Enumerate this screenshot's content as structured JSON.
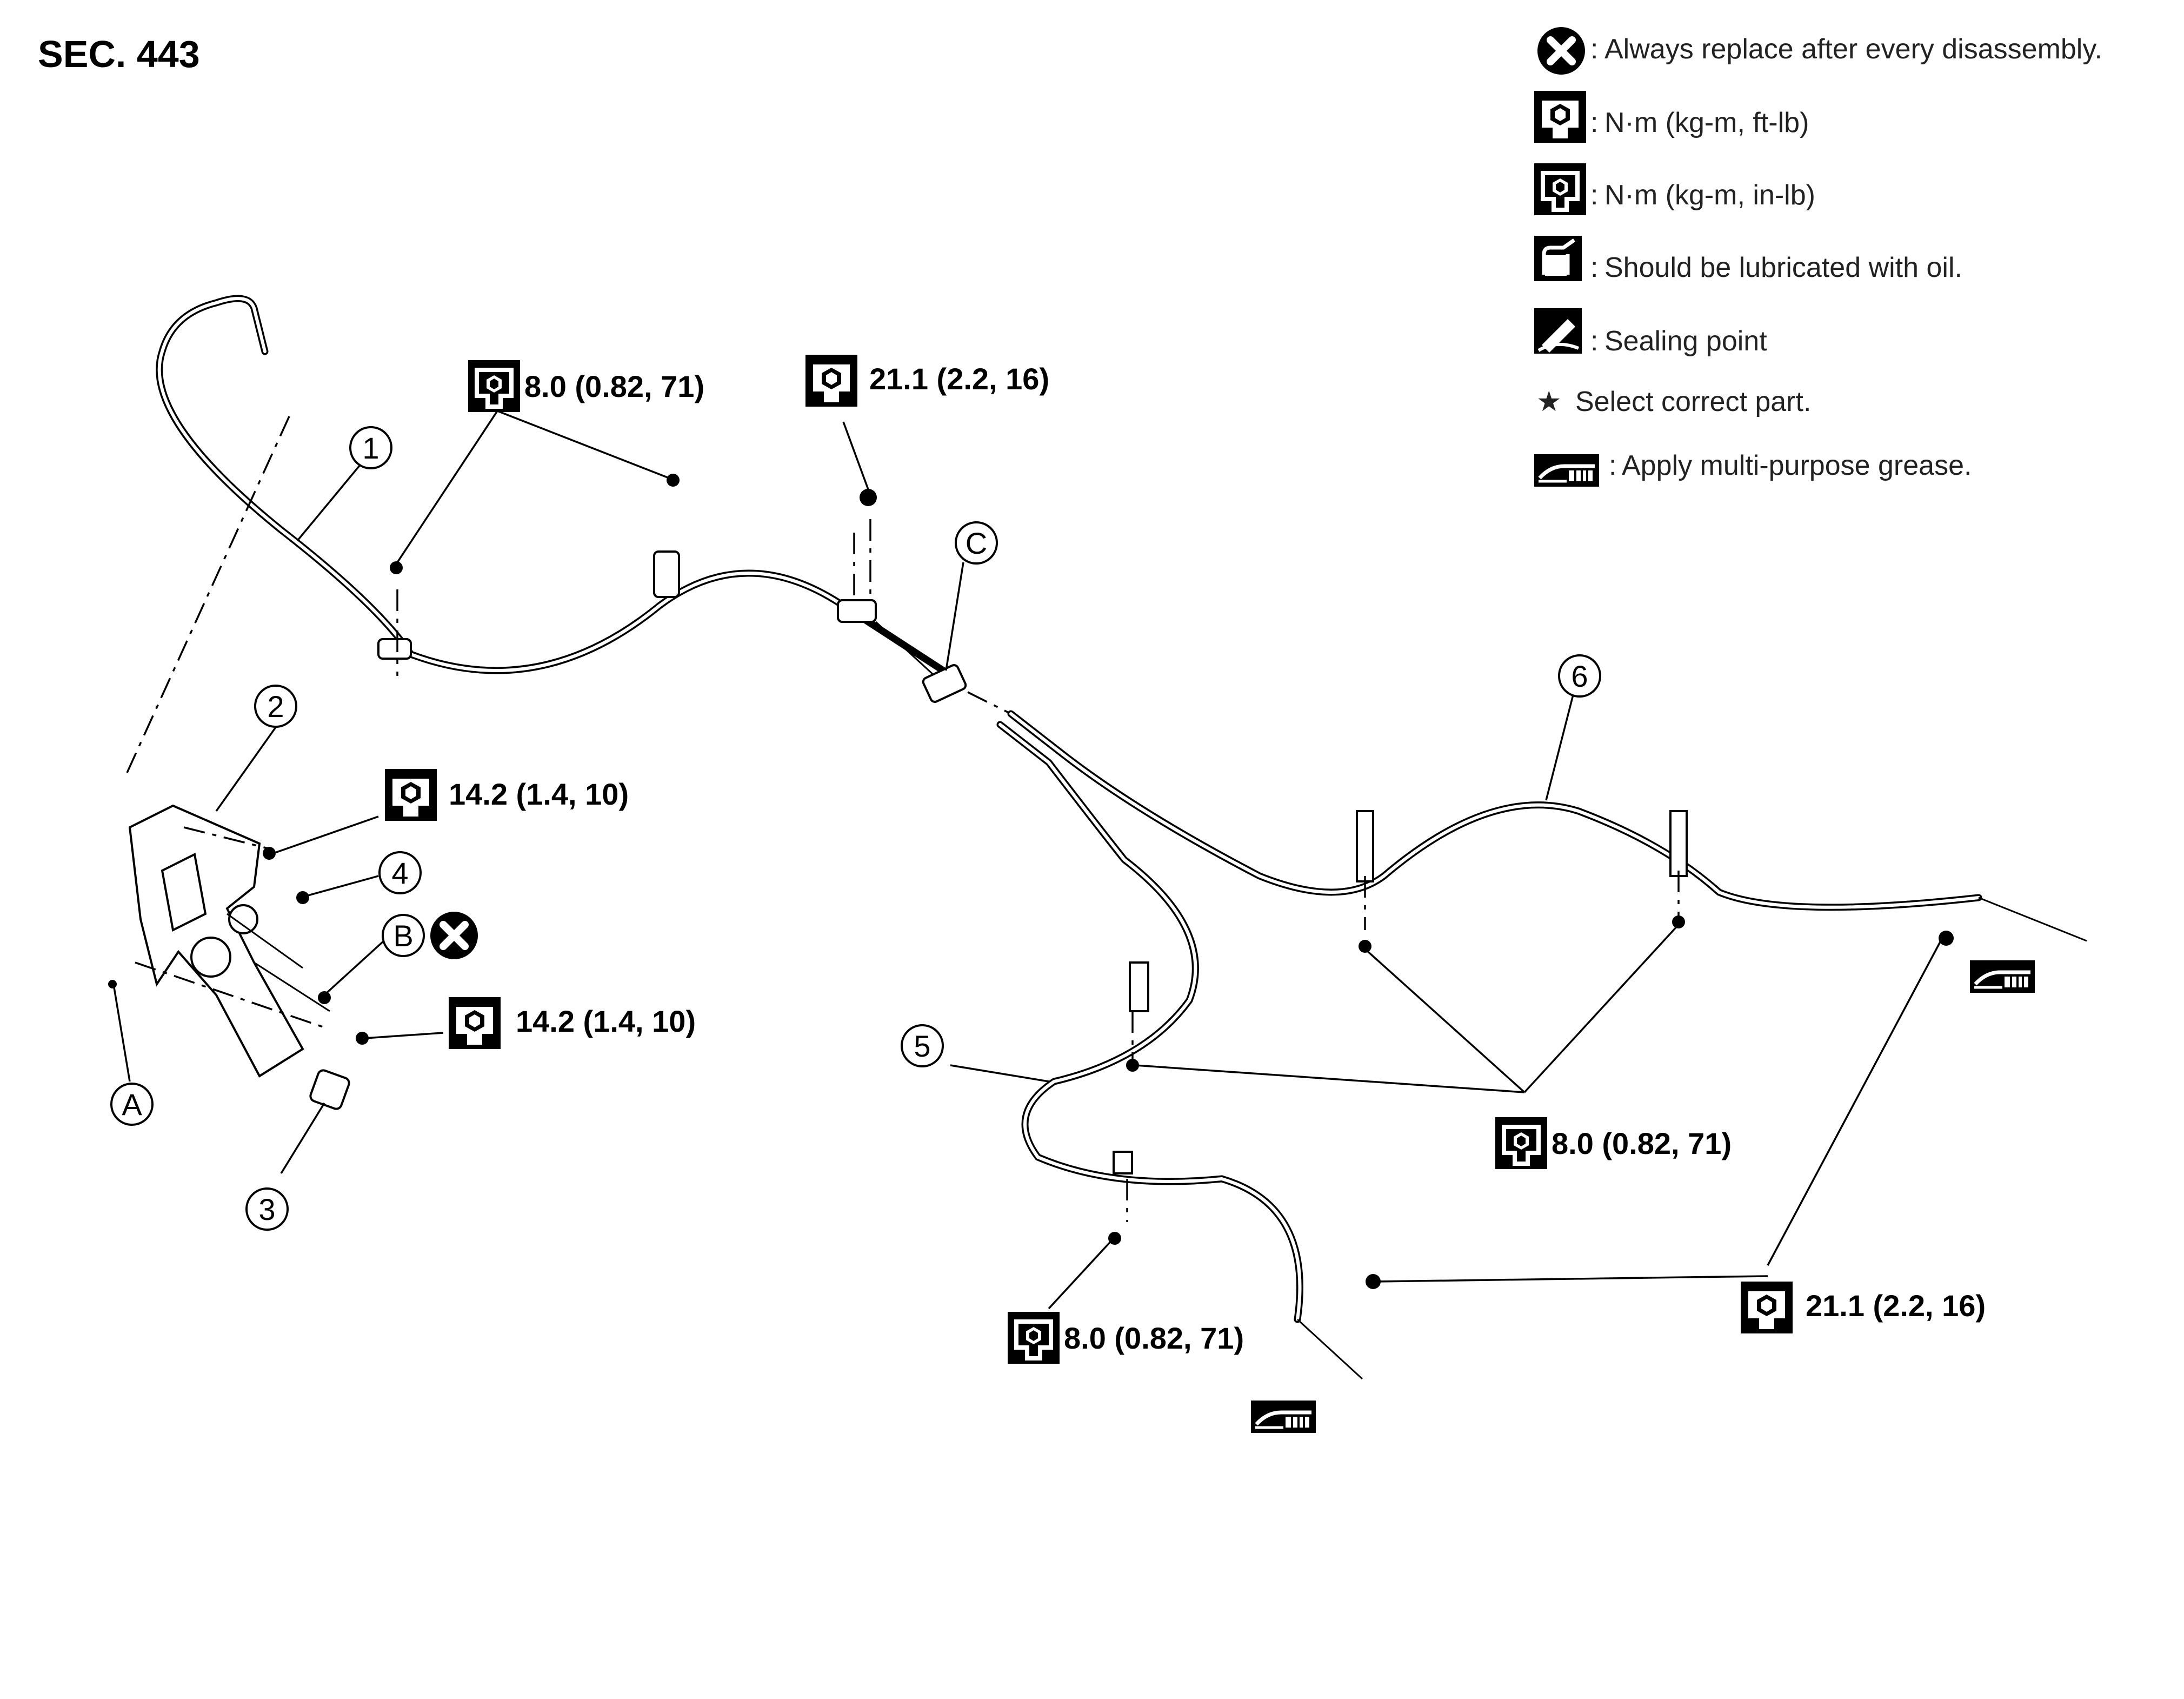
{
  "section_label": "SEC. 443",
  "legend": {
    "replace": "Always replace after every disassembly.",
    "torque_ftlb": "N·m (kg-m, ft-lb)",
    "torque_inlb": "N·m (kg-m, in-lb)",
    "lubricate": "Should be lubricated with oil.",
    "sealing": "Sealing point",
    "select_part": "Select correct part.",
    "grease": "Apply multi-purpose grease.",
    "separator": ":",
    "star": "★"
  },
  "torque_specs": {
    "cable1_clamp": "8.0 (0.82, 71)",
    "front_bracket": "21.1 (2.2, 16)",
    "pedal_upper": "14.2 (1.4, 10)",
    "pedal_lower": "14.2 (1.4, 10)",
    "rear_clamps": "8.0 (0.82, 71)",
    "lh_clamp": "8.0 (0.82, 71)",
    "rear_brackets": "21.1 (2.2, 16)"
  },
  "callouts": {
    "n1": "1",
    "n2": "2",
    "n3": "3",
    "n4": "4",
    "n5": "5",
    "n6": "6",
    "a": "A",
    "b": "B",
    "c": "C"
  },
  "icons": {
    "replace": "replace-x-icon",
    "torque_ftlb": "torque-wrench-open-icon",
    "torque_inlb": "torque-wrench-solid-icon",
    "lubricate": "oil-can-icon",
    "sealing": "sealant-icon",
    "grease": "grease-gun-icon"
  }
}
